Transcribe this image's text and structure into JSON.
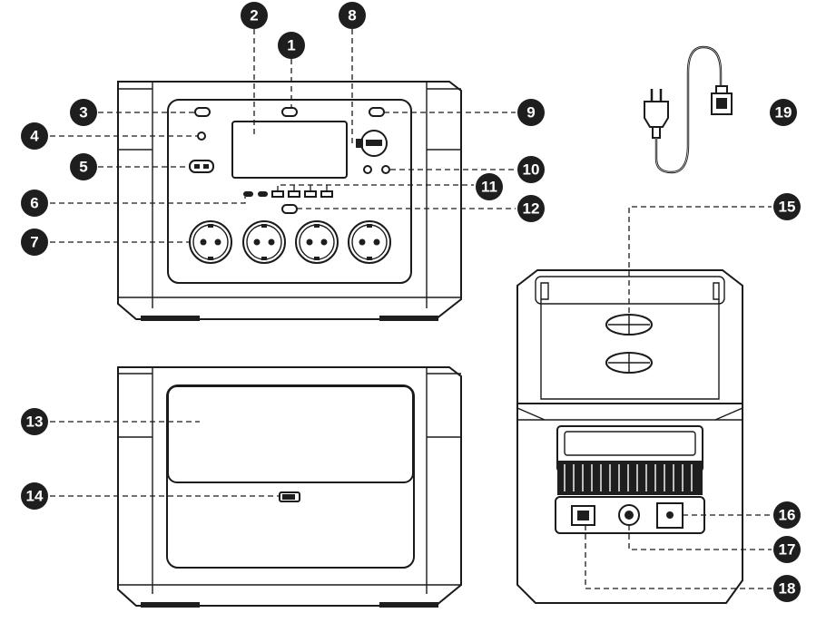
{
  "callouts": [
    {
      "id": "1",
      "label": "1"
    },
    {
      "id": "2",
      "label": "2"
    },
    {
      "id": "3",
      "label": "3"
    },
    {
      "id": "4",
      "label": "4"
    },
    {
      "id": "5",
      "label": "5"
    },
    {
      "id": "6",
      "label": "6"
    },
    {
      "id": "7",
      "label": "7"
    },
    {
      "id": "8",
      "label": "8"
    },
    {
      "id": "9",
      "label": "9"
    },
    {
      "id": "10",
      "label": "10"
    },
    {
      "id": "11",
      "label": "11"
    },
    {
      "id": "12",
      "label": "12"
    },
    {
      "id": "13",
      "label": "13"
    },
    {
      "id": "14",
      "label": "14"
    },
    {
      "id": "15",
      "label": "15"
    },
    {
      "id": "16",
      "label": "16"
    },
    {
      "id": "17",
      "label": "17"
    },
    {
      "id": "18",
      "label": "18"
    },
    {
      "id": "19",
      "label": "19"
    }
  ],
  "colors": {
    "line": "#1a1a1a",
    "badge": "#1e1e1e",
    "badge_text": "#ffffff",
    "background": "#ffffff"
  },
  "views": [
    "front-view",
    "back-view",
    "side-view",
    "ac-charging-cable"
  ]
}
